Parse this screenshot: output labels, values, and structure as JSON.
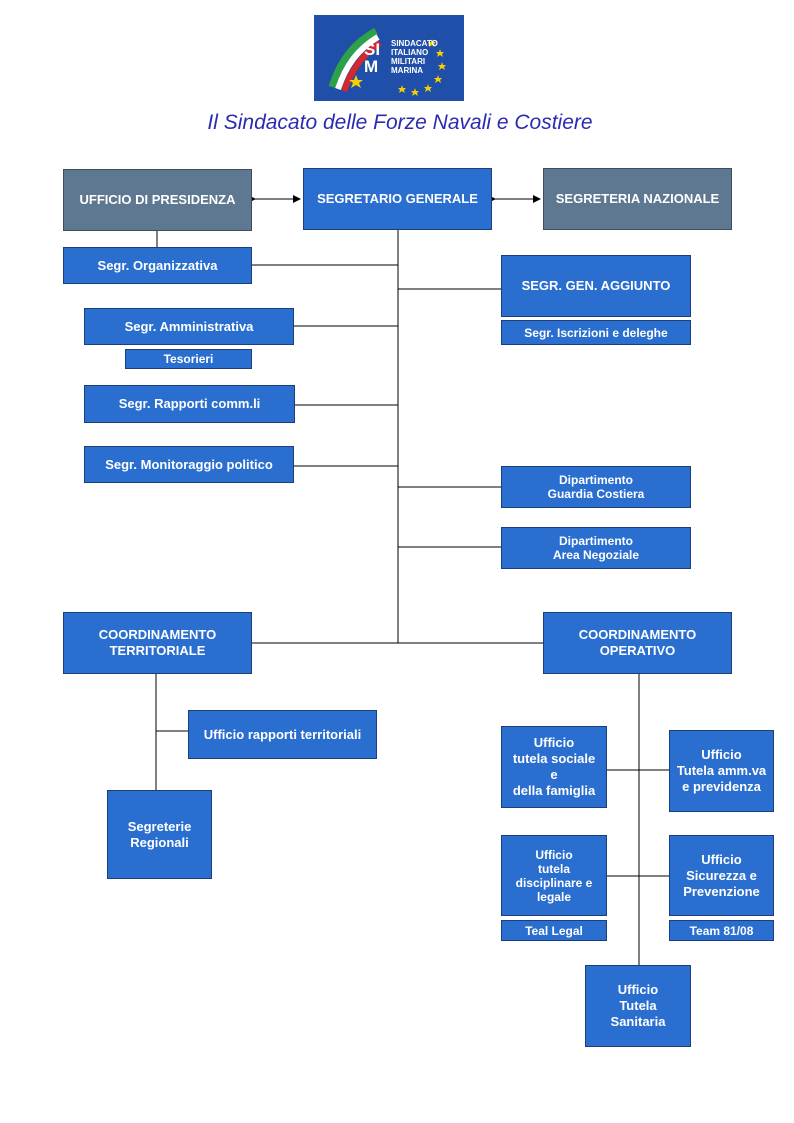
{
  "logo": {
    "letters": "SI\nM",
    "text": "SINDACATO\nITALIANO\nMILITARI\nMARINA"
  },
  "title": "Il Sindacato delle Forze Navali e Costiere",
  "boxes": {
    "ufficio_presidenza": "UFFICIO DI PRESIDENZA",
    "segretario_generale": "SEGRETARIO GENERALE",
    "segreteria_nazionale": "SEGRETERIA NAZIONALE",
    "segr_organizzativa": "Segr. Organizzativa",
    "segr_amministrativa": "Segr. Amministrativa",
    "tesorieri": "Tesorieri",
    "segr_rapporti": "Segr. Rapporti comm.li",
    "segr_monitoraggio": "Segr. Monitoraggio politico",
    "segr_gen_aggiunto": "SEGR. GEN. AGGIUNTO",
    "segr_iscrizioni": "Segr. Iscrizioni e deleghe",
    "dip_guardia_costiera": "Dipartimento\nGuardia Costiera",
    "dip_area_negoziale": "Dipartimento\nArea Negoziale",
    "coord_territoriale": "COORDINAMENTO\nTERRITORIALE",
    "coord_operativo": "COORDINAMENTO\nOPERATIVO",
    "uff_rapporti_territoriali": "Ufficio rapporti territoriali",
    "segreterie_regionali": "Segreterie\nRegionali",
    "uff_tutela_sociale": "Ufficio\ntutela sociale\ne\ndella famiglia",
    "uff_tutela_amm": "Ufficio\nTutela amm.va\ne previdenza",
    "uff_tutela_disciplinare": "Ufficio\ntutela\ndisciplinare e\nlegale",
    "uff_sicurezza": "Ufficio\nSicurezza e\nPrevenzione",
    "teal_legal": "Teal Legal",
    "team_81_08": "Team 81/08",
    "uff_tutela_sanitaria": "Ufficio\nTutela\nSanitaria"
  },
  "colors": {
    "box_blue": "#2a6fcf",
    "box_gray": "#5f7891",
    "title": "#2b2bb0",
    "logo_bg": "#1f4fa8",
    "line": "#000000"
  }
}
